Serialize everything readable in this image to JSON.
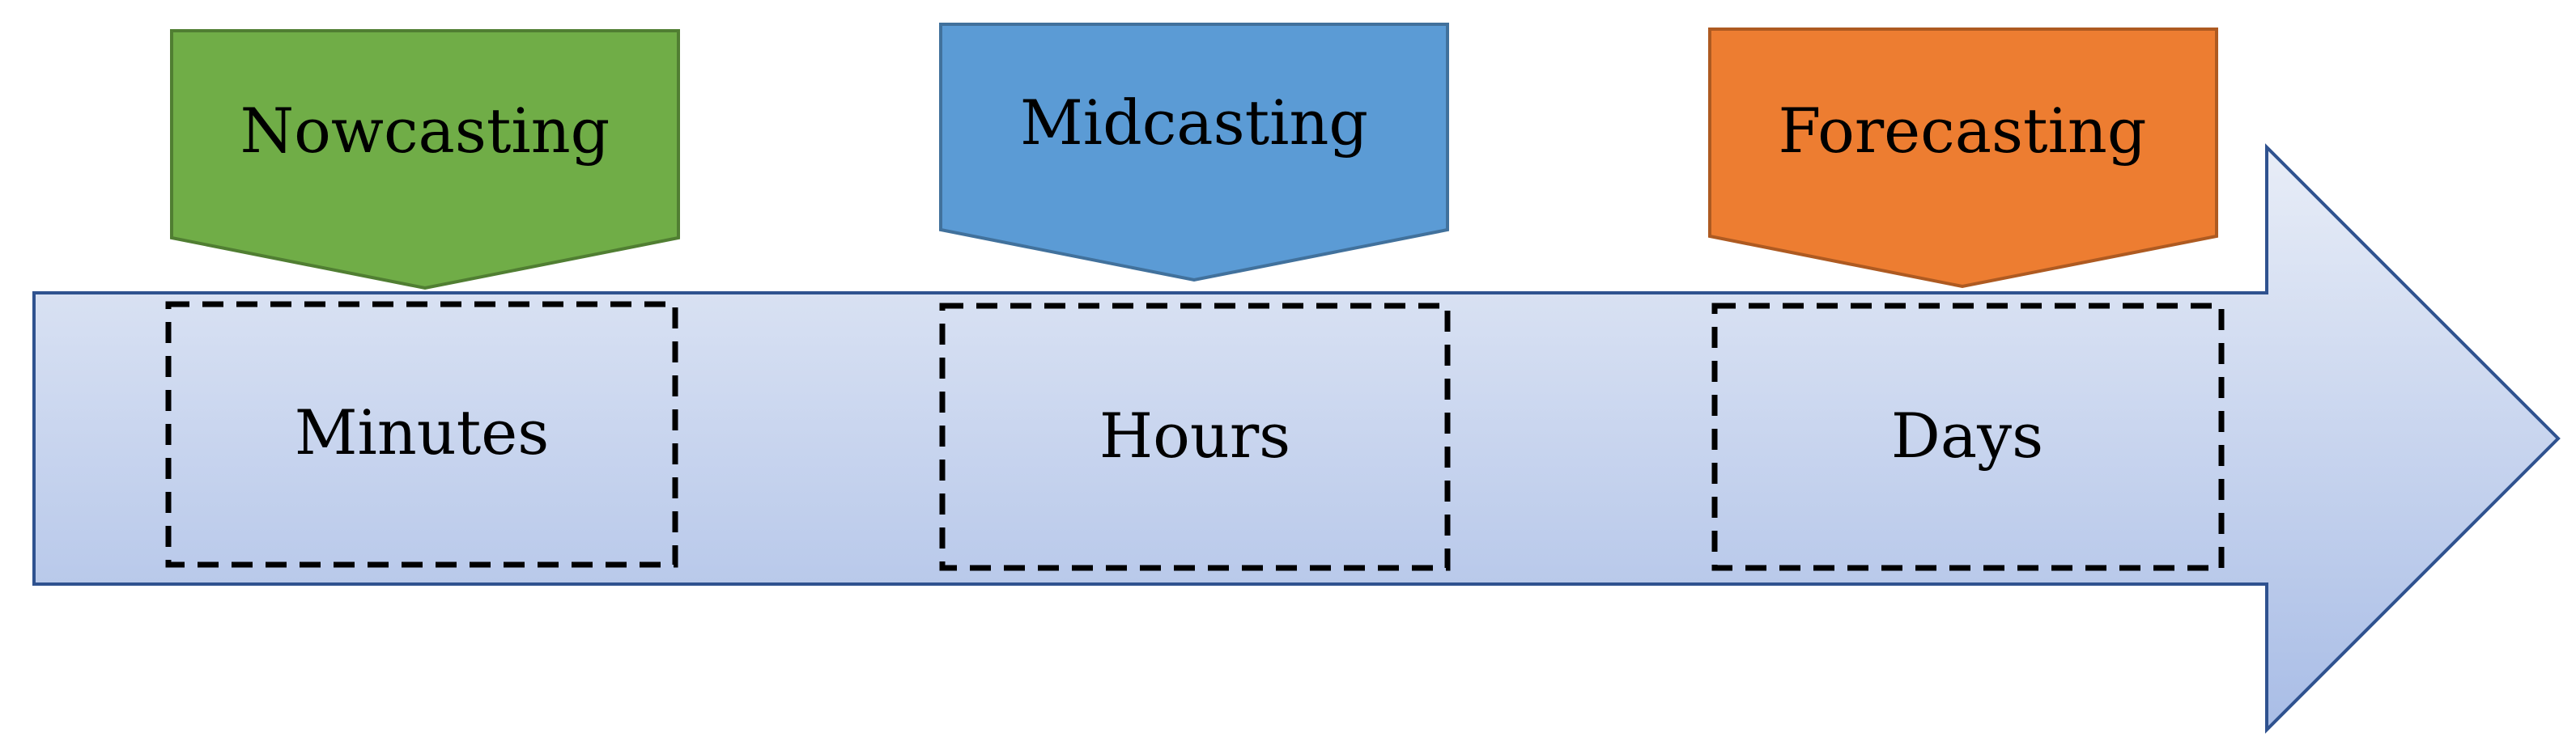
{
  "colors": {
    "nowcasting": "#70ad47",
    "nowcasting_border": "#507e32",
    "midcasting": "#5b9bd5",
    "midcasting_border": "#41719c",
    "forecasting": "#ed7d31",
    "forecasting_border": "#ae5a21",
    "arrow_fill_top": "#e8edf7",
    "arrow_fill_bottom": "#a9bde6",
    "arrow_border": "#2f528f",
    "dashed_box_border": "#000000"
  },
  "stages": [
    {
      "label": "Nowcasting",
      "timescale": "Minutes",
      "color_key": "nowcasting"
    },
    {
      "label": "Midcasting",
      "timescale": "Hours",
      "color_key": "midcasting"
    },
    {
      "label": "Forecasting",
      "timescale": "Days",
      "color_key": "forecasting"
    }
  ]
}
